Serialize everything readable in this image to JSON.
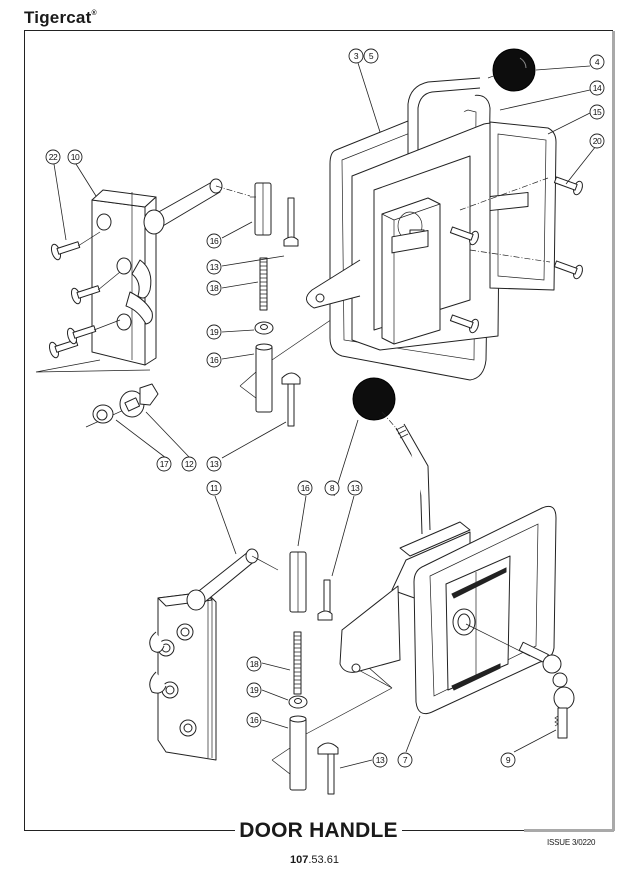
{
  "header": {
    "brand": "Tigercat",
    "brand_mark": "®"
  },
  "footer": {
    "title": "DOOR HANDLE",
    "issue": "ISSUE 3/0220",
    "page_number_bold": "107",
    "page_number_rest": ".53.61"
  },
  "diagram": {
    "description": "Exploded parts view of door handle assemblies (upper and lower)",
    "callouts": [
      {
        "id": "c3",
        "label": "3",
        "assembly": "upper"
      },
      {
        "id": "c5",
        "label": "5",
        "assembly": "upper"
      },
      {
        "id": "c4",
        "label": "4",
        "assembly": "upper"
      },
      {
        "id": "c14",
        "label": "14",
        "assembly": "upper"
      },
      {
        "id": "c15",
        "label": "15",
        "assembly": "upper"
      },
      {
        "id": "c20",
        "label": "20",
        "assembly": "upper"
      },
      {
        "id": "c22",
        "label": "22",
        "assembly": "upper"
      },
      {
        "id": "c10",
        "label": "10",
        "assembly": "upper"
      },
      {
        "id": "c16a",
        "label": "16",
        "assembly": "upper"
      },
      {
        "id": "c13a",
        "label": "13",
        "assembly": "upper"
      },
      {
        "id": "c18a",
        "label": "18",
        "assembly": "upper"
      },
      {
        "id": "c19a",
        "label": "19",
        "assembly": "upper"
      },
      {
        "id": "c16b",
        "label": "16",
        "assembly": "upper"
      },
      {
        "id": "c17",
        "label": "17",
        "assembly": "upper"
      },
      {
        "id": "c12",
        "label": "12",
        "assembly": "upper"
      },
      {
        "id": "c13b",
        "label": "13",
        "assembly": "upper"
      },
      {
        "id": "c11",
        "label": "11",
        "assembly": "lower"
      },
      {
        "id": "c16c",
        "label": "16",
        "assembly": "lower"
      },
      {
        "id": "c8",
        "label": "8",
        "assembly": "lower"
      },
      {
        "id": "c13c",
        "label": "13",
        "assembly": "lower"
      },
      {
        "id": "c18b",
        "label": "18",
        "assembly": "lower"
      },
      {
        "id": "c19b",
        "label": "19",
        "assembly": "lower"
      },
      {
        "id": "c16d",
        "label": "16",
        "assembly": "lower"
      },
      {
        "id": "c13d",
        "label": "13",
        "assembly": "lower"
      },
      {
        "id": "c7",
        "label": "7",
        "assembly": "lower"
      },
      {
        "id": "c9",
        "label": "9",
        "assembly": "lower"
      }
    ]
  }
}
